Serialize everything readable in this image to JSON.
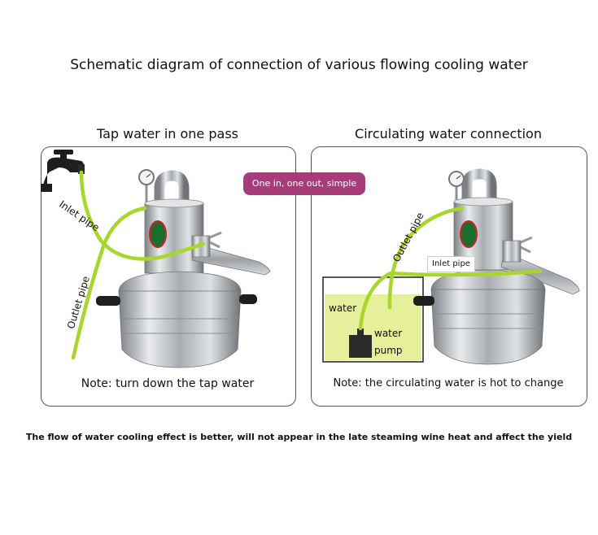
{
  "title": "Schematic diagram of connection of various flowing cooling water",
  "panels": {
    "left": {
      "title": "Tap water in one pass",
      "inlet_label": "Inlet pipe",
      "outlet_label": "Outlet pipe",
      "note": "Note: turn down the tap water"
    },
    "right": {
      "title": "Circulating water connection",
      "outlet_label": "Outlet pipe",
      "inlet_label": "Inlet pipe",
      "water_label": "water",
      "pump_label_1": "water",
      "pump_label_2": "pump",
      "note": "Note: the circulating water is hot to change"
    }
  },
  "callout": "One in, one out, simple",
  "footer": "The flow of water cooling effect is better, will not appear in the late steaming wine heat and affect the yield",
  "colors": {
    "hose": "#a8d62a",
    "callout_bg": "#a63d7a",
    "water": "#e6ef9a",
    "steel": "#b9bcc0",
    "pump": "#2a2a2a"
  },
  "icons": [
    "water-faucet-icon",
    "pressure-gauge-icon",
    "distiller-pot-icon",
    "water-pump-icon"
  ]
}
